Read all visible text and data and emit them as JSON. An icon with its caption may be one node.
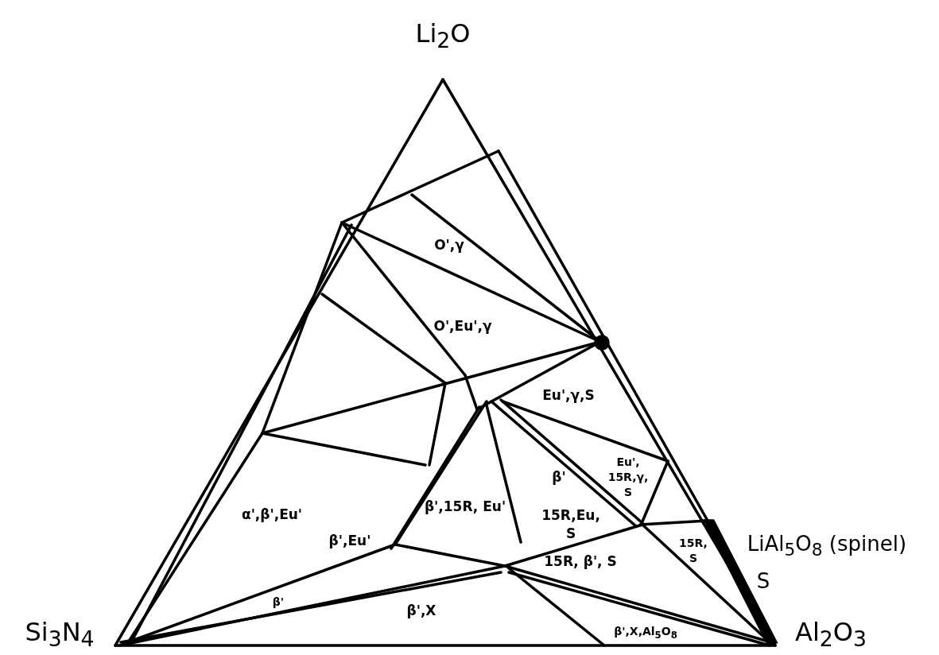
{
  "diagram": {
    "labels": [
      "Li$_{2}$O",
      "O',γ",
      "O',Eu',γ",
      "Eu',γ,S",
      "Eu', 15R,γ, S",
      "β'",
      "α',β',Eu'",
      "β',15R, Eu'",
      "15R,Eu, S",
      "LiAl$_{5}$O$_{8}$ (spinel)",
      "β',Eu'",
      "15R, β', S",
      "15R, S",
      "S",
      "β'",
      "Si$_{3}$N$_{4}$",
      "β',X",
      "β',X,Al$_{5}$O$_{8}$",
      "Al$_{2}$O$_{3}$"
    ]
  }
}
